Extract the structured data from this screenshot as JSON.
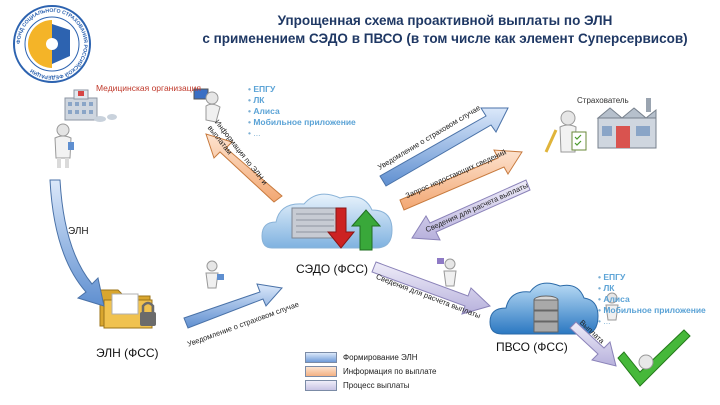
{
  "title": {
    "line1": "Упрощенная схема проактивной выплаты по ЭЛН",
    "line2": "с применением СЭДО в ПВСО (в том числе как элемент Суперсервисов)"
  },
  "logo": {
    "ring_text": "ФОНД СОЦИАЛЬНОГО СТРАХОВАНИЯ РОССИЙСКОЙ ФЕДЕРАЦИИ"
  },
  "nodes": {
    "medical_org": "Медицинская организация",
    "insurer": "Страхователь",
    "eln_fss": "ЭЛН (ФСС)",
    "sedo_fss": "СЭДО (ФСС)",
    "pvso_fss": "ПВСО (ФСС)"
  },
  "channels_top": [
    "ЕПГУ",
    "ЛК",
    "Алиса",
    "Мобильное приложение",
    "..."
  ],
  "channels_bottom": [
    "ЕПГУ",
    "ЛК",
    "Алиса",
    "Мобильное приложение",
    "..."
  ],
  "arrows": {
    "eln": "ЭЛН",
    "info_payment": "Информация по ЭЛН и выплатам",
    "notice_case_top": "Уведомление о страховом случае",
    "request_missing": "Запрос недостающих сведений",
    "info_for_calc_top": "Сведения для расчета выплаты",
    "notice_case_bottom": "Уведомление о страховом случае",
    "info_for_calc_bottom": "Сведения для расчета выплаты",
    "payment": "Выплата"
  },
  "legend": [
    {
      "label": "Формирование ЭЛН",
      "color": "#6f9bd8"
    },
    {
      "label": "Информация по выплате",
      "color": "#f4b183"
    },
    {
      "label": "Процесс выплаты",
      "color": "#c8c4e4"
    }
  ]
}
